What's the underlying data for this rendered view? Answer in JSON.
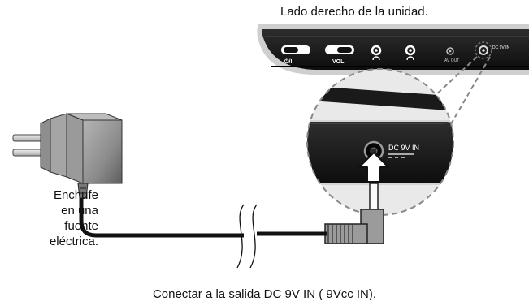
{
  "captions": {
    "unit_side": "Lado derecho de la unidad.",
    "plug_lines": [
      "Enchufe",
      "en una",
      "fuente",
      "eléctrica."
    ],
    "instruction": "Conectar a la salida DC 9V IN ( 9Vcc IN)."
  },
  "panel_labels": {
    "power": "⏻/I",
    "volume": "VOL",
    "av_out": "AV OUT",
    "dc_in_small": "DC 9V IN",
    "dc_in_zoom": "DC 9V IN"
  },
  "icons": [
    "power-switch-icon",
    "volume-slider-icon",
    "headphone-jack-icon",
    "headphone-icon",
    "av-out-jack-icon",
    "dc-in-jack-icon",
    "arrow-up-icon",
    "ac-adapter-icon",
    "cable-break-icon",
    "dc-plug-icon"
  ],
  "colors": {
    "ink": "#111111",
    "device": "#1a1a1a",
    "adapter": "#8c8c8c",
    "zoom_fill": "#e9e9e9"
  }
}
